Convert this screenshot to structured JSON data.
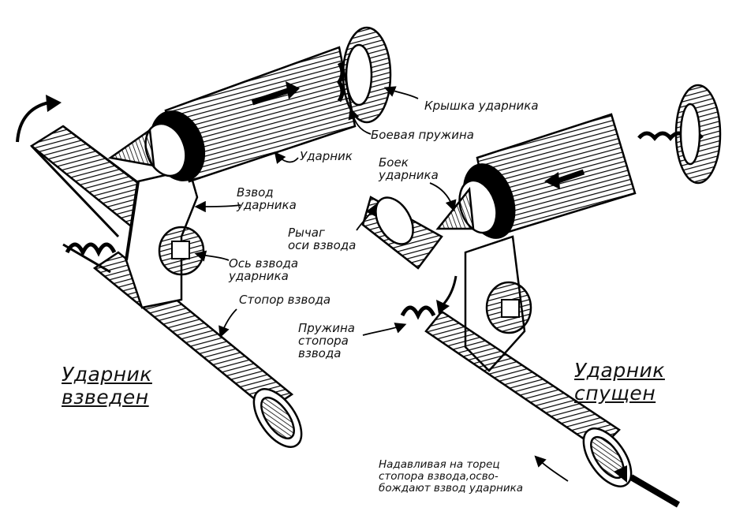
{
  "labels": {
    "cap": "Крышка ударника",
    "spring": "Боевая пружина",
    "striker_left": "Ударник",
    "striker_right": [
      "Боек",
      "ударника"
    ],
    "cock": [
      "Взвод",
      "ударника"
    ],
    "lever": [
      "Рычаг",
      "оси взвода"
    ],
    "axis": [
      "Ось взвода",
      "ударника"
    ],
    "stopper": "Стопор взвода",
    "stopper_spring": [
      "Пружина",
      "стопора",
      "взвода"
    ],
    "press_note": [
      "Надавливая на торец",
      "стопора взвода,осво-",
      "бождают взвод ударника"
    ]
  },
  "titles": {
    "cocked": [
      "Ударник",
      "взведен"
    ],
    "released": [
      "Ударник",
      "спущен"
    ]
  }
}
